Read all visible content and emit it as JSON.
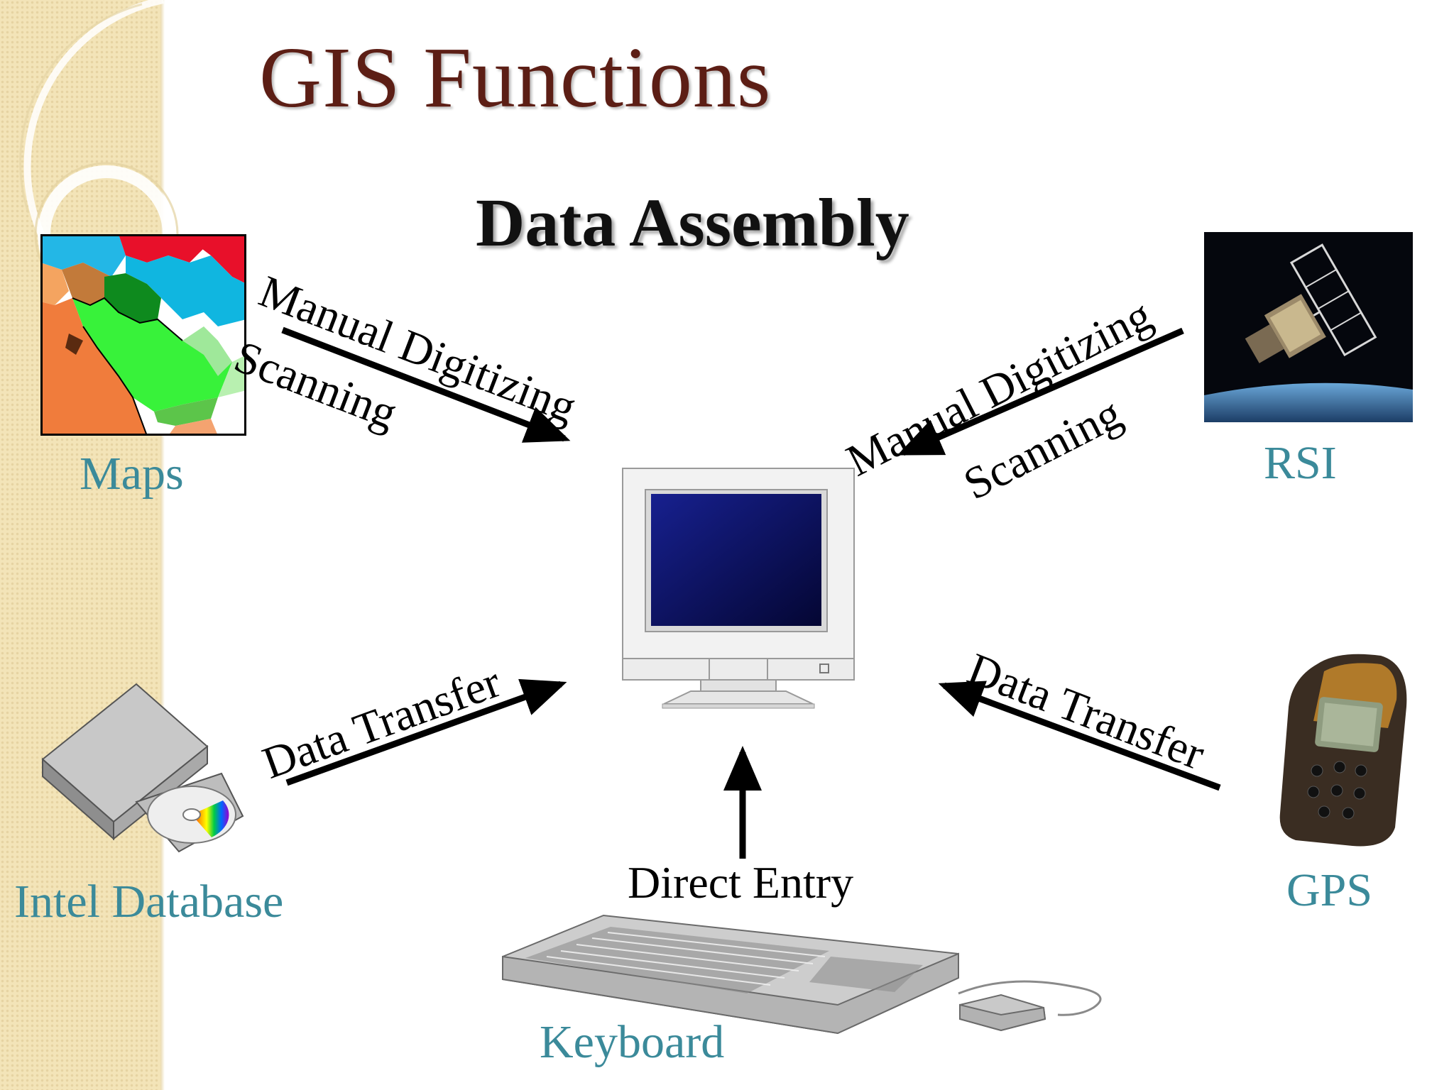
{
  "slide": {
    "title": "GIS Functions",
    "subtitle": "Data Assembly"
  },
  "sources": {
    "maps": "Maps",
    "rsi": "RSI",
    "intel_database": "Intel Database",
    "gps": "GPS",
    "keyboard": "Keyboard"
  },
  "flows": {
    "maps_method_1": "Manual Digitizing",
    "maps_method_2": "Scanning",
    "rsi_method_1": "Manual Digitizing",
    "rsi_method_2": "Scanning",
    "database_method": "Data Transfer",
    "gps_method": "Data Transfer",
    "keyboard_method": "Direct Entry"
  },
  "colors": {
    "title": "#5c1e15",
    "subtitle": "#111111",
    "source_label": "#3b8a9a",
    "flow_label": "#000000",
    "arrow": "#000000",
    "band": "#f3e4b8",
    "screen": "#0a0f6e"
  },
  "icons": [
    "map-image",
    "satellite-image",
    "computer-icon",
    "disk-drive-icon",
    "gps-device-image",
    "keyboard-icon",
    "mouse-icon"
  ]
}
